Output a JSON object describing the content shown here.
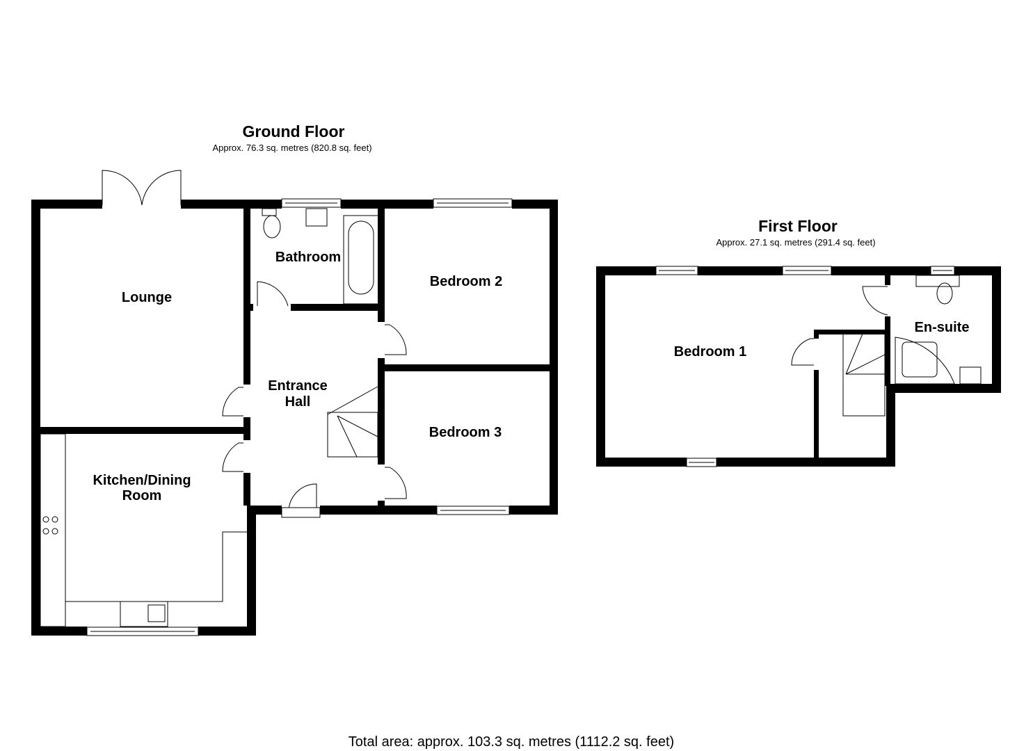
{
  "ground_floor": {
    "title": "Ground Floor",
    "area": "Approx. 76.3 sq. metres (820.8 sq. feet)",
    "rooms": {
      "lounge": "Lounge",
      "bathroom": "Bathroom",
      "bedroom2": "Bedroom 2",
      "entrance_hall_1": "Entrance",
      "entrance_hall_2": "Hall",
      "bedroom3": "Bedroom 3",
      "kitchen_1": "Kitchen/Dining",
      "kitchen_2": "Room"
    }
  },
  "first_floor": {
    "title": "First Floor",
    "area": "Approx. 27.1 sq. metres (291.4 sq. feet)",
    "rooms": {
      "bedroom1": "Bedroom 1",
      "ensuite": "En-suite"
    }
  },
  "total_area": "Total area: approx. 103.3 sq. metres (1112.2 sq. feet)"
}
